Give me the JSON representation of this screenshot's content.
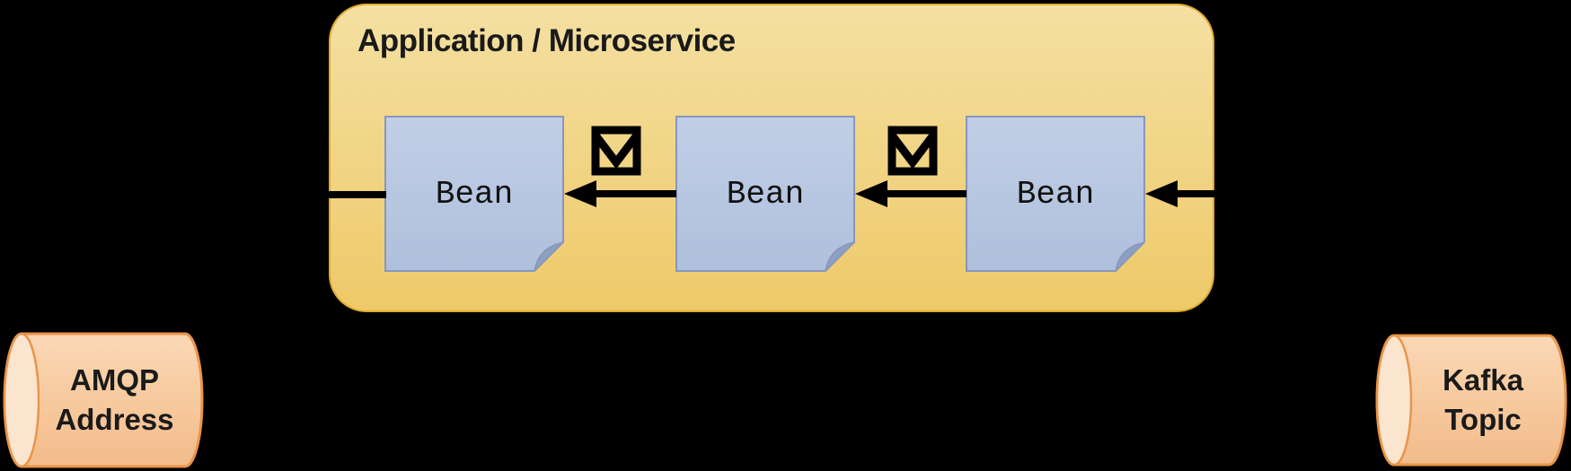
{
  "app_box": {
    "title": "Application / Microservice"
  },
  "beans": [
    {
      "label": "Bean"
    },
    {
      "label": "Bean"
    },
    {
      "label": "Bean"
    }
  ],
  "cylinders": {
    "amqp": {
      "line1": "AMQP",
      "line2": "Address"
    },
    "kafka": {
      "line1": "Kafka",
      "line2": "Topic"
    }
  },
  "icons": {
    "envelope": "✉"
  },
  "edges": [
    {
      "from": "app-right-edge",
      "to": "bean-3",
      "direction": "left",
      "icon": null
    },
    {
      "from": "bean-3",
      "to": "bean-2",
      "direction": "left",
      "icon": "envelope"
    },
    {
      "from": "bean-2",
      "to": "bean-1",
      "direction": "left",
      "icon": "envelope"
    },
    {
      "from": "bean-1",
      "to": "app-left-edge",
      "direction": "left",
      "icon": null
    }
  ],
  "colors": {
    "background": "#000000",
    "box-fill-top": "#F4E0A2",
    "box-fill-bottom": "#EEC968",
    "box-border": "#DFAB33",
    "bean-fill-top": "#C1CEE6",
    "bean-fill-bottom": "#AFC0DC",
    "bean-border": "#8896BC",
    "bean-fold": "#8CA0C2",
    "cylinder-fill-top": "#FAD8B6",
    "cylinder-fill-bottom": "#F2BB8A",
    "cylinder-rim": "#FBE5CF",
    "cylinder-border": "#E9954A",
    "line-color": "#000000",
    "text-color": "#1A1A1A"
  }
}
